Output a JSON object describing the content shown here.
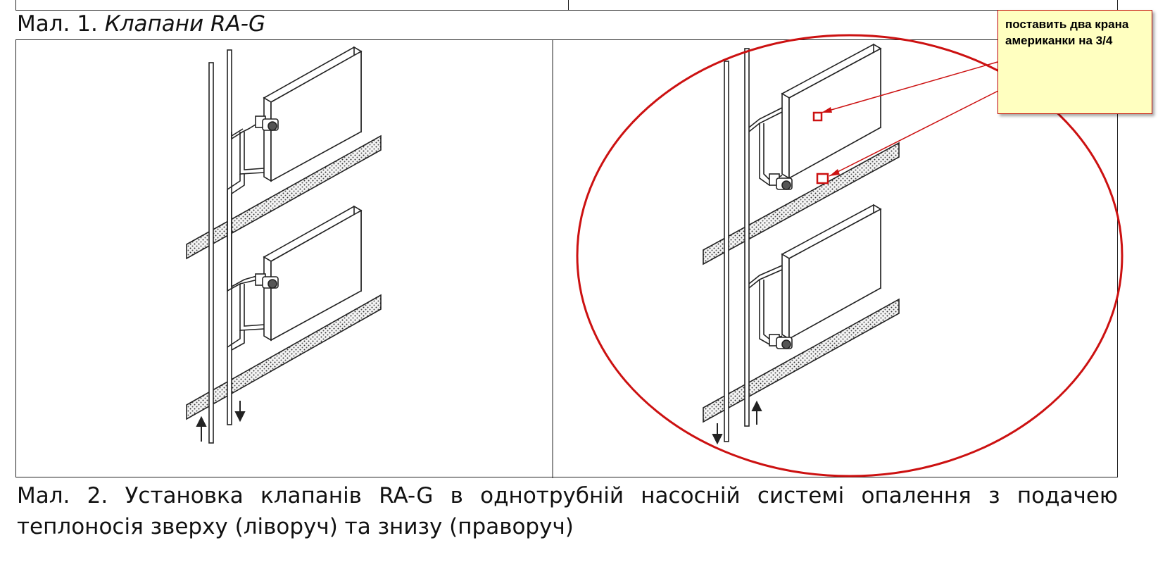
{
  "caption1": {
    "prefix": "Мал. 1. ",
    "italic": "Клапани RA-G"
  },
  "caption2": "Мал. 2. Установка клапанів RA-G в однотрубній насосній системі опалення з подачею теплоносія зверху (ліворуч) та знизу (праворуч)",
  "note": {
    "text": "поставить два крана американки на 3/4"
  },
  "colors": {
    "annotation": "#cc1111",
    "note_bg": "#ffffc0",
    "line": "#222222"
  }
}
